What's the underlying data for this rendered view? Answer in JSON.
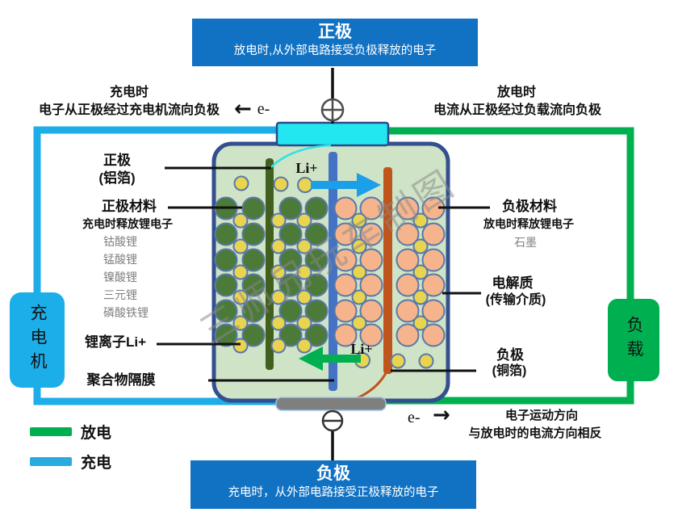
{
  "watermark": "三师兄玩车制图",
  "colors": {
    "primary_blue": "#1172c3",
    "charge_cyan": "#1fadea",
    "charger_cyan": "#1caee8",
    "discharge_green": "#00b050",
    "cell_fill": "#cfe3c6",
    "cell_border": "#334f8d",
    "top_bar_cyan": "#22e7f0",
    "aluminum_bar": "#42601d",
    "separator_bar": "#4472c4",
    "copper_bar": "#c0541d",
    "collector_gray": "#7f7f7f"
  },
  "top_box": {
    "title": "正极",
    "subtitle": "放电时,从外部电路接受负极释放的电子"
  },
  "bottom_box": {
    "title": "负极",
    "subtitle": "充电时，从外部电路接受正极释放的电子"
  },
  "charge_note": {
    "line1": "充电时",
    "line2": "电子从正极经过充电机流向负极",
    "arrow": "←",
    "electron": "e-"
  },
  "discharge_note": {
    "line1": "放电时",
    "line2": "电流从正极经过负载流向负极"
  },
  "charger_label": "充电机",
  "load_label": "负载",
  "left_labels": {
    "cathode_line1": "正极",
    "cathode_line2": "(铝箔)",
    "cathode_material_title": "正极材料",
    "cathode_material_sub": "充电时释放锂电子",
    "cathode_material_items": [
      "钴酸锂",
      "锰酸锂",
      "镍酸锂",
      "三元锂",
      "磷酸铁锂"
    ],
    "li_ion": "锂离子Li+",
    "separator": "聚合物隔膜"
  },
  "right_labels": {
    "anode_material_title": "负极材料",
    "anode_material_sub": "放电时释放锂电子",
    "anode_material_item": "石墨",
    "electrolyte_line1": "电解质",
    "electrolyte_line2": "(传输介质)",
    "anode_line1": "负极",
    "anode_line2": "(铜箔)"
  },
  "ions": {
    "top": "Li+",
    "bottom": "Li+"
  },
  "electron_note": {
    "electron": "e-",
    "arrow": "→",
    "line1": "电子运动方向",
    "line2": "与放电时的电流方向相反"
  },
  "legend": [
    {
      "label": "放电",
      "color": "#00b050"
    },
    {
      "label": "充电",
      "color": "#29abe2"
    }
  ],
  "particles": {
    "green": {
      "cols": [
        280,
        314,
        360,
        392
      ],
      "rows": [
        258,
        290,
        322,
        353,
        385,
        415
      ],
      "extra": [],
      "r": 13.5,
      "fill": "#4c7a38",
      "stroke": "#5a79a8"
    },
    "salmon": {
      "cols": [
        428,
        460,
        505,
        537
      ],
      "rows": [
        258,
        290,
        322,
        353,
        385,
        415
      ],
      "extra": [],
      "r": 13.5,
      "fill": "#f5b48c",
      "stroke": "#5a79a8"
    },
    "yellow_left": {
      "cols": [
        298,
        345,
        377
      ],
      "rows": [
        273,
        305,
        337,
        368,
        400
      ],
      "extra": [
        [
          299,
          227
        ],
        [
          348,
          228
        ],
        [
          298,
          428
        ],
        [
          345,
          428
        ],
        [
          377,
          428
        ]
      ],
      "r": 8.5,
      "fill": "#e9d44f",
      "stroke": "#5a79a8"
    },
    "yellow_right": {
      "cols": [
        445,
        521
      ],
      "rows": [
        273,
        305,
        337,
        368,
        400
      ],
      "extra": [
        [
          493,
          447
        ],
        [
          528,
          447
        ]
      ],
      "r": 8.5,
      "fill": "#e9d44f",
      "stroke": "#5a79a8"
    },
    "ion_top": {
      "cols": [],
      "rows": [],
      "extra": [
        [
          378,
          229
        ]
      ],
      "r": 9,
      "fill": "#e9d44f",
      "stroke": "#5a79a8"
    },
    "ion_bottom": {
      "cols": [],
      "rows": [],
      "extra": [
        [
          449,
          446
        ]
      ],
      "r": 9,
      "fill": "#e9d44f",
      "stroke": "#5a79a8"
    }
  }
}
